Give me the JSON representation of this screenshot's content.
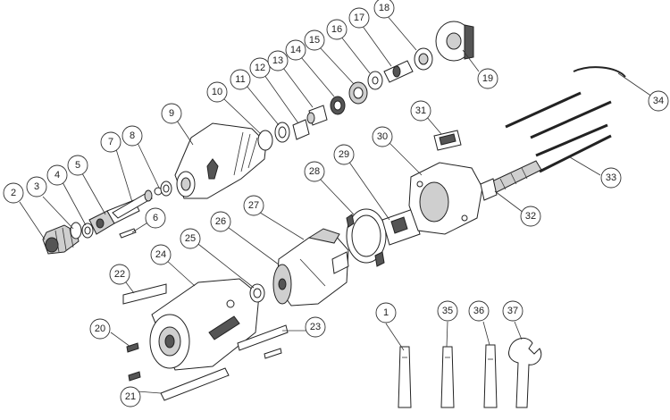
{
  "callouts": [
    {
      "label": "1",
      "key": "c1"
    },
    {
      "label": "2",
      "key": "c2"
    },
    {
      "label": "3",
      "key": "c3"
    },
    {
      "label": "4",
      "key": "c4"
    },
    {
      "label": "5",
      "key": "c5"
    },
    {
      "label": "6",
      "key": "c6"
    },
    {
      "label": "7",
      "key": "c7"
    },
    {
      "label": "8",
      "key": "c8"
    },
    {
      "label": "9",
      "key": "c9"
    },
    {
      "label": "10",
      "key": "c10"
    },
    {
      "label": "11",
      "key": "c11"
    },
    {
      "label": "12",
      "key": "c12"
    },
    {
      "label": "13",
      "key": "c13"
    },
    {
      "label": "14",
      "key": "c14"
    },
    {
      "label": "15",
      "key": "c15"
    },
    {
      "label": "16",
      "key": "c16"
    },
    {
      "label": "17",
      "key": "c17"
    },
    {
      "label": "18",
      "key": "c18"
    },
    {
      "label": "19",
      "key": "c19"
    },
    {
      "label": "20",
      "key": "c20"
    },
    {
      "label": "21",
      "key": "c21"
    },
    {
      "label": "22",
      "key": "c22"
    },
    {
      "label": "23",
      "key": "c23"
    },
    {
      "label": "24",
      "key": "c24"
    },
    {
      "label": "25",
      "key": "c25"
    },
    {
      "label": "26",
      "key": "c26"
    },
    {
      "label": "27",
      "key": "c27"
    },
    {
      "label": "28",
      "key": "c28"
    },
    {
      "label": "29",
      "key": "c29"
    },
    {
      "label": "30",
      "key": "c30"
    },
    {
      "label": "31",
      "key": "c31"
    },
    {
      "label": "32",
      "key": "c32"
    },
    {
      "label": "33",
      "key": "c33"
    },
    {
      "label": "34",
      "key": "c34"
    },
    {
      "label": "35",
      "key": "c35"
    },
    {
      "label": "36",
      "key": "c36"
    },
    {
      "label": "37",
      "key": "c37"
    }
  ]
}
